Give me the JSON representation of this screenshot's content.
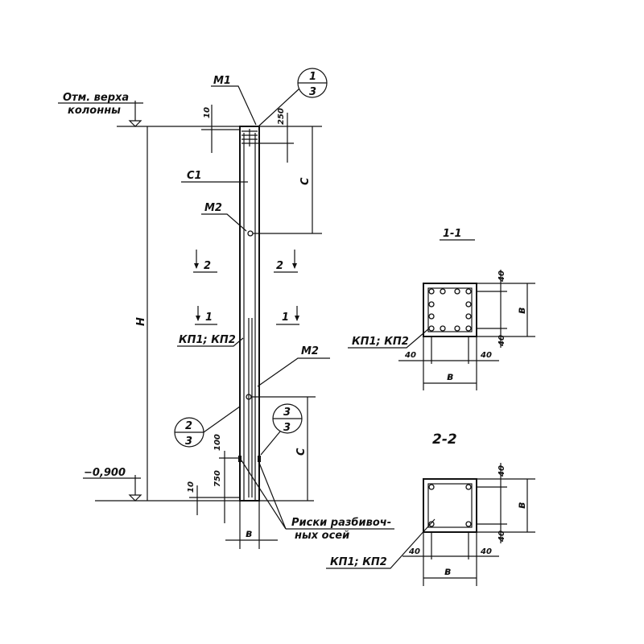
{
  "drawing": {
    "top_mark_line1": "Отм. верха",
    "top_mark_line2": "колонны",
    "bottom_mark": "−0,900",
    "m1": "М1",
    "c1": "С1",
    "m2_upper": "М2",
    "m2_lower": "М2",
    "kp_main": "КП1; КП2",
    "height_dim": "Н",
    "dim_c_upper": "С",
    "dim_c_lower": "С",
    "dim_10_top": "10",
    "dim_250": "250",
    "dim_100": "100",
    "dim_750": "750",
    "dim_10_bottom": "10",
    "dim_b": "в",
    "section_2_left": "2",
    "section_2_right": "2",
    "section_1_left": "1",
    "section_1_right": "1",
    "callout_1": {
      "top": "1",
      "bottom": "3"
    },
    "callout_2": {
      "top": "2",
      "bottom": "3"
    },
    "callout_3": {
      "top": "3",
      "bottom": "3"
    },
    "marks_line1": "Риски разбивоч-",
    "marks_line2": "ных осей"
  },
  "section_1": {
    "title": "1-1",
    "kp": "КП1; КП2",
    "dim_top": "40",
    "dim_side": "в",
    "dim_bottom_right": "40",
    "dim_left": "40",
    "dim_right": "40",
    "dim_width": "в"
  },
  "section_2": {
    "title": "2-2",
    "kp": "КП1; КП2",
    "dim_top": "40",
    "dim_side": "в",
    "dim_bottom_right": "40",
    "dim_left": "40",
    "dim_right": "40",
    "dim_width": "в"
  }
}
